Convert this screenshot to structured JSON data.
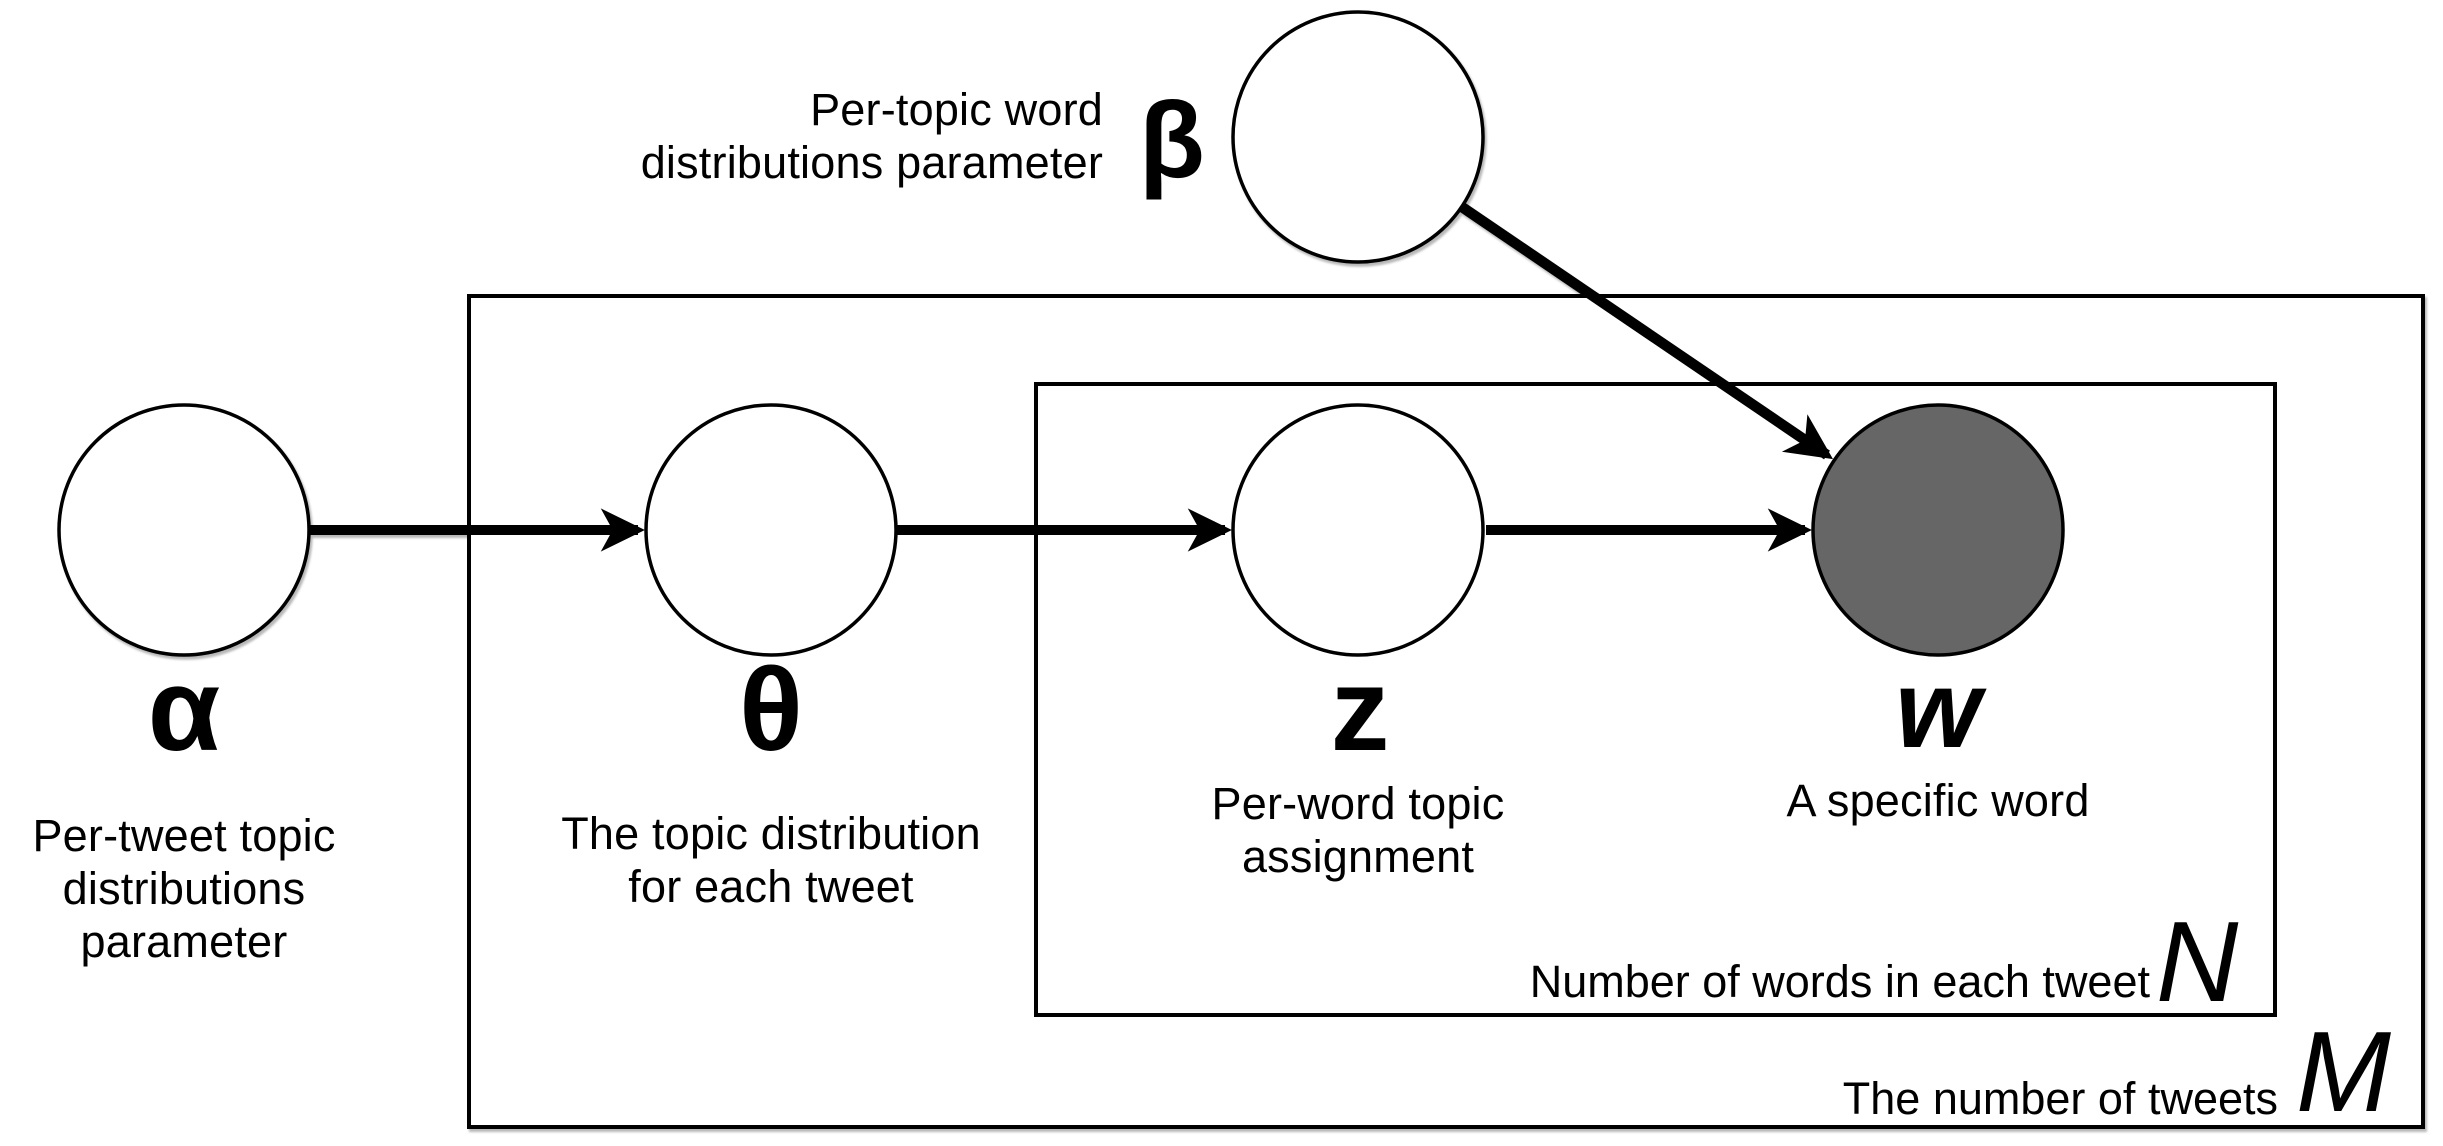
{
  "diagram": {
    "type": "plate-notation-graphical-model",
    "nodes": {
      "beta": {
        "symbol": "β",
        "description_lines": [
          "Per-topic word",
          "distributions parameter"
        ],
        "observed": false
      },
      "alpha": {
        "symbol": "α",
        "description_lines": [
          "Per-tweet topic",
          "distributions",
          "parameter"
        ],
        "observed": false
      },
      "theta": {
        "symbol": "θ",
        "description_lines": [
          "The topic distribution",
          "for each tweet"
        ],
        "observed": false
      },
      "z": {
        "symbol": "z",
        "description_lines": [
          "Per-word topic",
          "assignment"
        ],
        "observed": false
      },
      "w": {
        "symbol": "w",
        "description_lines": [
          "A specific word"
        ],
        "observed": true
      }
    },
    "plates": {
      "inner": {
        "label": "Number of words in each tweet",
        "symbol": "N"
      },
      "outer": {
        "label": "The number of tweets",
        "symbol": "M"
      }
    },
    "edges": [
      {
        "from": "alpha",
        "to": "theta"
      },
      {
        "from": "theta",
        "to": "z"
      },
      {
        "from": "z",
        "to": "w"
      },
      {
        "from": "beta",
        "to": "w"
      }
    ],
    "colors": {
      "background": "#ffffff",
      "line": "#000000",
      "latent_node_fill": "#ffffff",
      "observed_node_fill": "#666666"
    }
  }
}
